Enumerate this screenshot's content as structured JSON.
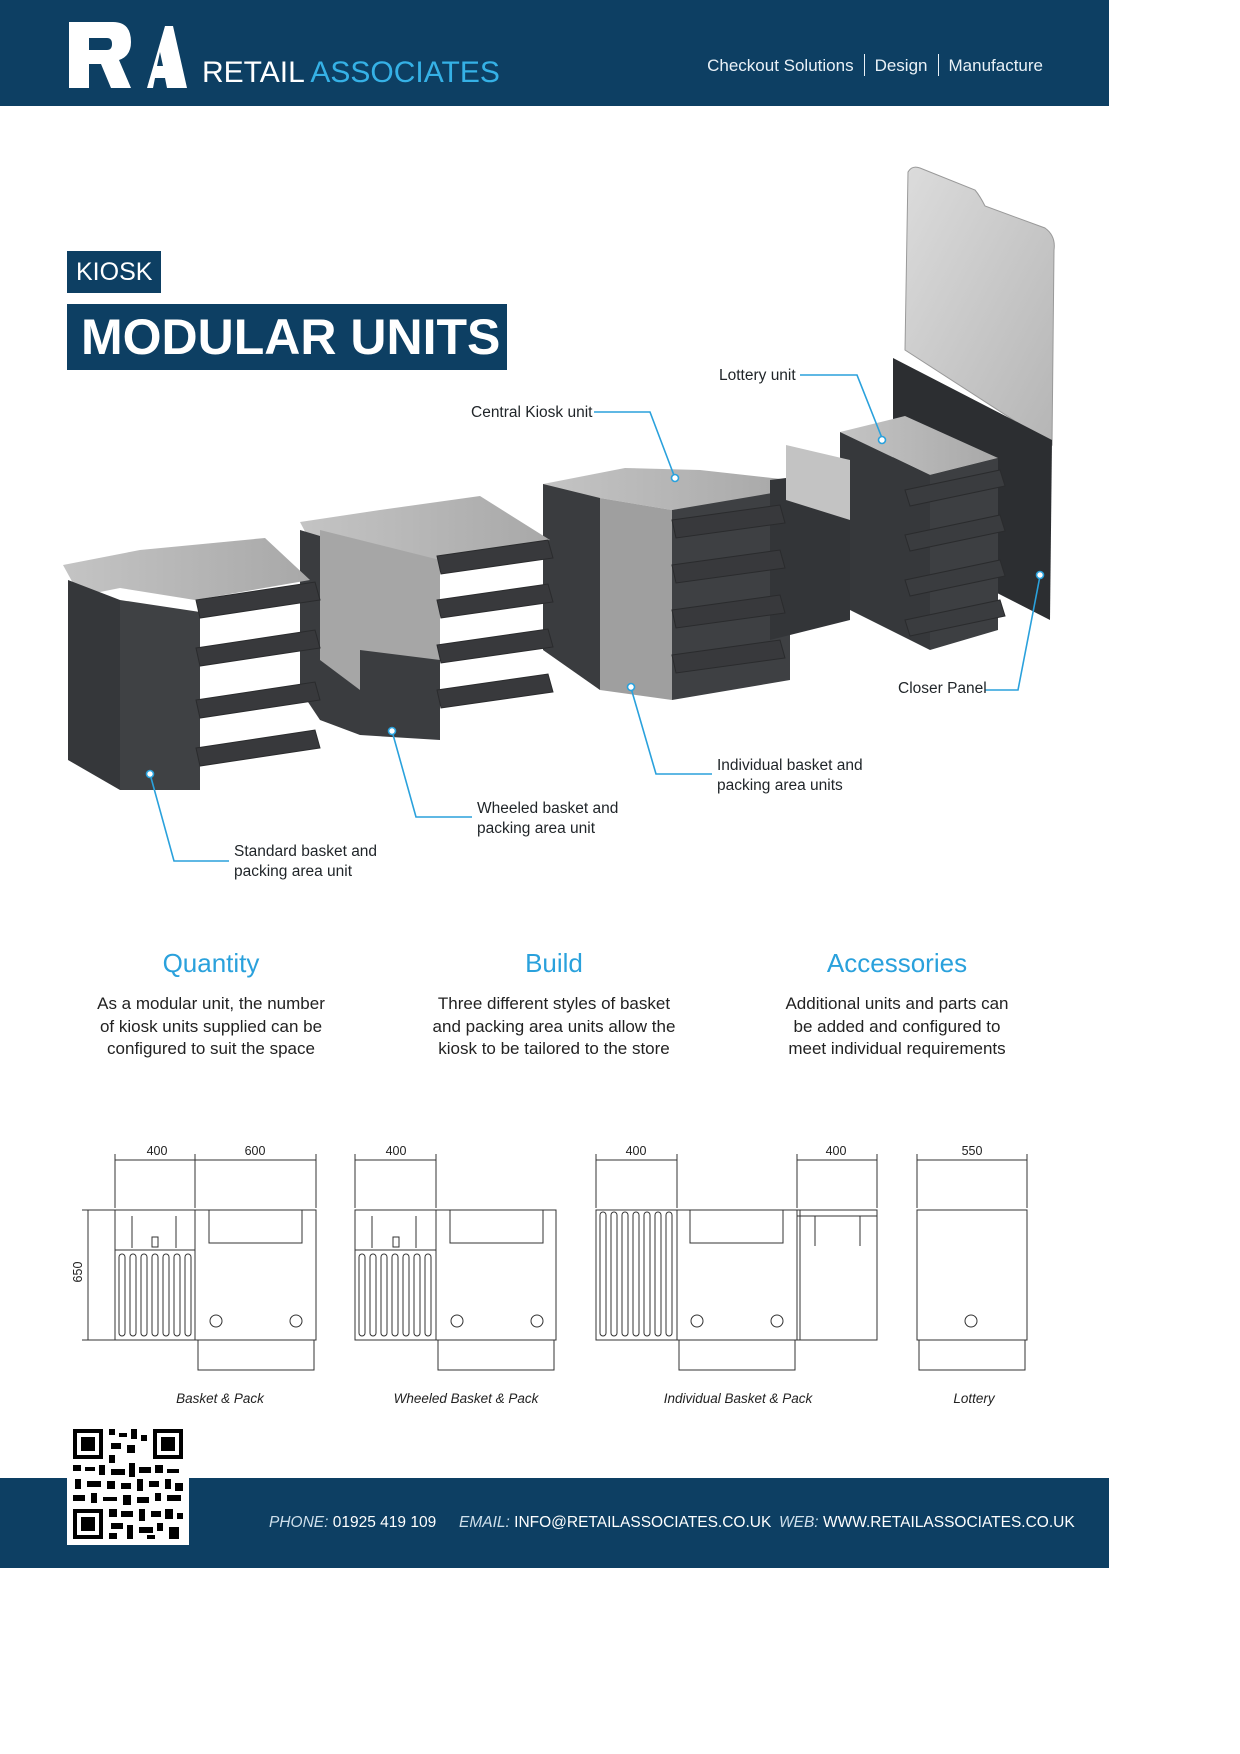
{
  "header": {
    "brand_plain": "RETAIL",
    "brand_accent": "ASSOCIATES",
    "nav": [
      "Checkout Solutions",
      "Design",
      "Manufacture"
    ]
  },
  "hero": {
    "tag": "KIOSK",
    "title": "MODULAR UNITS"
  },
  "callouts": {
    "lottery": "Lottery unit",
    "central": "Central Kiosk unit",
    "closer": "Closer Panel",
    "individual_1": "Individual basket and",
    "individual_2": "packing area units",
    "wheeled_1": "Wheeled basket and",
    "wheeled_2": "packing area unit",
    "standard_1": "Standard basket and",
    "standard_2": "packing area unit"
  },
  "features": [
    {
      "title": "Quantity",
      "lines": [
        "As a modular unit, the number",
        "of kiosk units supplied can be",
        "configured to suit the space"
      ]
    },
    {
      "title": "Build",
      "lines": [
        "Three different styles of basket",
        "and packing area units allow the",
        "kiosk to be tailored to the store"
      ]
    },
    {
      "title": "Accessories",
      "lines": [
        "Additional units and parts can",
        "be added and configured to",
        "meet individual requirements"
      ]
    }
  ],
  "drawings": {
    "dims": {
      "d1": "400",
      "d2": "600",
      "d3": "400",
      "d4": "400",
      "d5": "400",
      "d6": "550",
      "height": "650"
    },
    "captions": [
      "Basket & Pack",
      "Wheeled Basket & Pack",
      "Individual Basket & Pack",
      "Lottery"
    ]
  },
  "footer": {
    "phone_label": "PHONE:",
    "phone": "01925 419 109",
    "email_label": "EMAIL:",
    "email": "INFO@RETAILASSOCIATES.CO.UK",
    "web_label": "WEB:",
    "web": "WWW.RETAILASSOCIATES.CO.UK"
  },
  "colors": {
    "navy": "#0d3f63",
    "accent": "#2aa1dc"
  }
}
